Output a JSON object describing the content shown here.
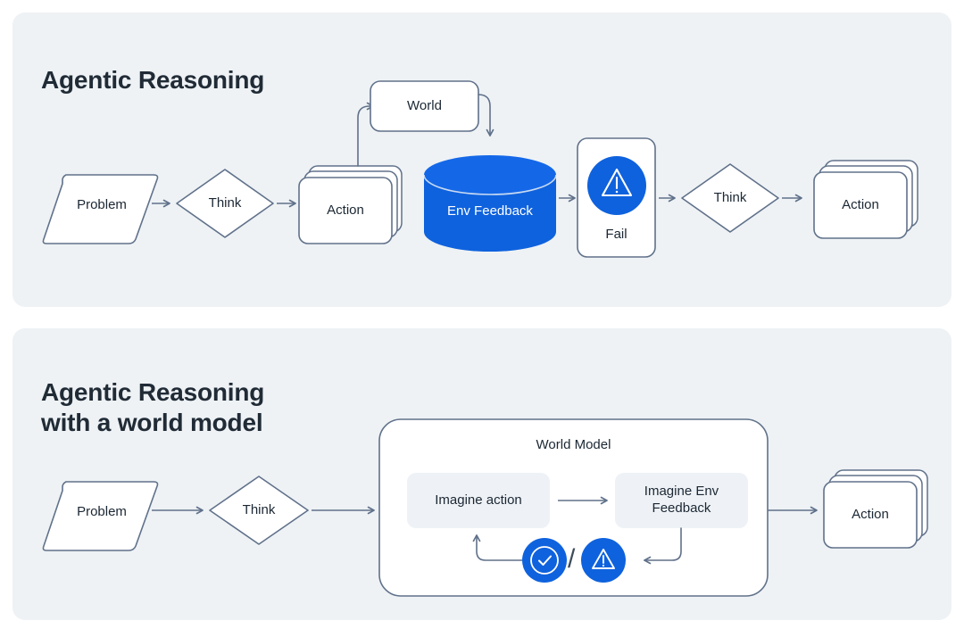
{
  "colors": {
    "panel_bg": "#eef2f5",
    "page_bg": "#ffffff",
    "stroke": "#60718a",
    "node_fill": "#ffffff",
    "text": "#1b2733",
    "title": "#202b36",
    "accent_blue": "#0f62dd",
    "accent_blue_dark": "#0b57c9",
    "inner_box_fill": "#eef2f6"
  },
  "panels": [
    {
      "id": "top",
      "title": "Agentic Reasoning",
      "nodes": {
        "problem": "Problem",
        "think_1": "Think",
        "action_1": "Action",
        "world": "World",
        "env_feedback": "Env Feedback",
        "fail": "Fail",
        "think_2": "Think",
        "action_2": "Action"
      },
      "icons": {
        "fail": "warning-triangle-icon"
      }
    },
    {
      "id": "bottom",
      "title": "Agentic Reasoning\nwith a world model",
      "nodes": {
        "problem": "Problem",
        "think": "Think",
        "world_model": "World Model",
        "imagine_action": "Imagine action",
        "imagine_env_feedback": "Imagine Env\nFeedback",
        "action": "Action"
      },
      "icons": {
        "success": "check-circle-icon",
        "failure": "warning-triangle-icon",
        "separator": "/"
      }
    }
  ]
}
